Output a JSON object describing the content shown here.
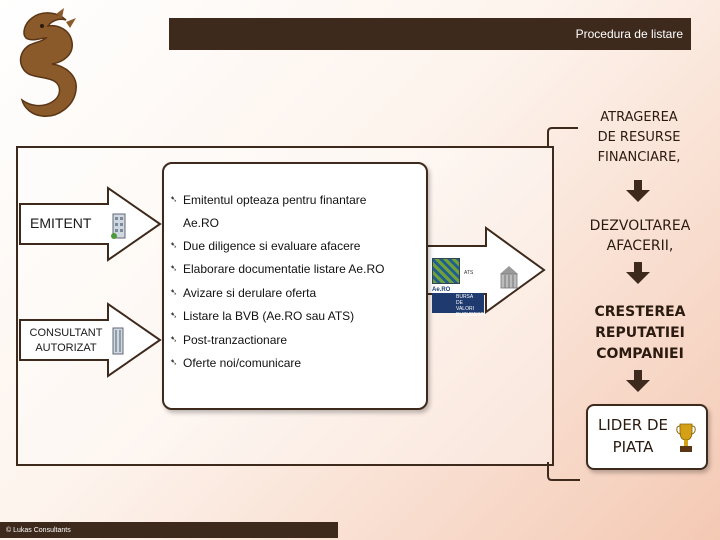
{
  "header": {
    "title": "Procedura de listare"
  },
  "footer": {
    "text": "© Lukas Consultants"
  },
  "left": {
    "emitent": "EMITENT",
    "consultant_line1": "CONSULTANT",
    "consultant_line2": "AUTORIZAT"
  },
  "bubble": {
    "items": [
      "Emitentul opteaza pentru finantare",
      "Due diligence si evaluare afacere",
      "Elaborare documentatie listare Ae.RO",
      "Avizare si derulare oferta",
      "Listare la BVB (Ae.RO sau ATS)",
      "Post-tranzactionare",
      "Oferte noi/comunicare"
    ],
    "item0_cont": "Ae.RO"
  },
  "logos": {
    "aero": "Ae.RO",
    "ats": "ATS",
    "bvb_line1": "BURSA",
    "bvb_line2": "DE VALORI",
    "bvb_line3": "BUCURESTI"
  },
  "right": {
    "step1_line1": "ATRAGEREA",
    "step1_line2": "DE RESURSE",
    "step1_line3": "FINANCIARE,",
    "step2_line1": "DEZVOLTAREA",
    "step2_line2": "AFACERII,",
    "step3_line1": "CRESTEREA",
    "step3_line2": "REPUTATIEI",
    "step3_line3": "COMPANIEI",
    "step4_line1": "LIDER DE",
    "step4_line2": "PIATA"
  },
  "colors": {
    "brown": "#3e2a1c",
    "arrow_fill": "#ffffff"
  }
}
